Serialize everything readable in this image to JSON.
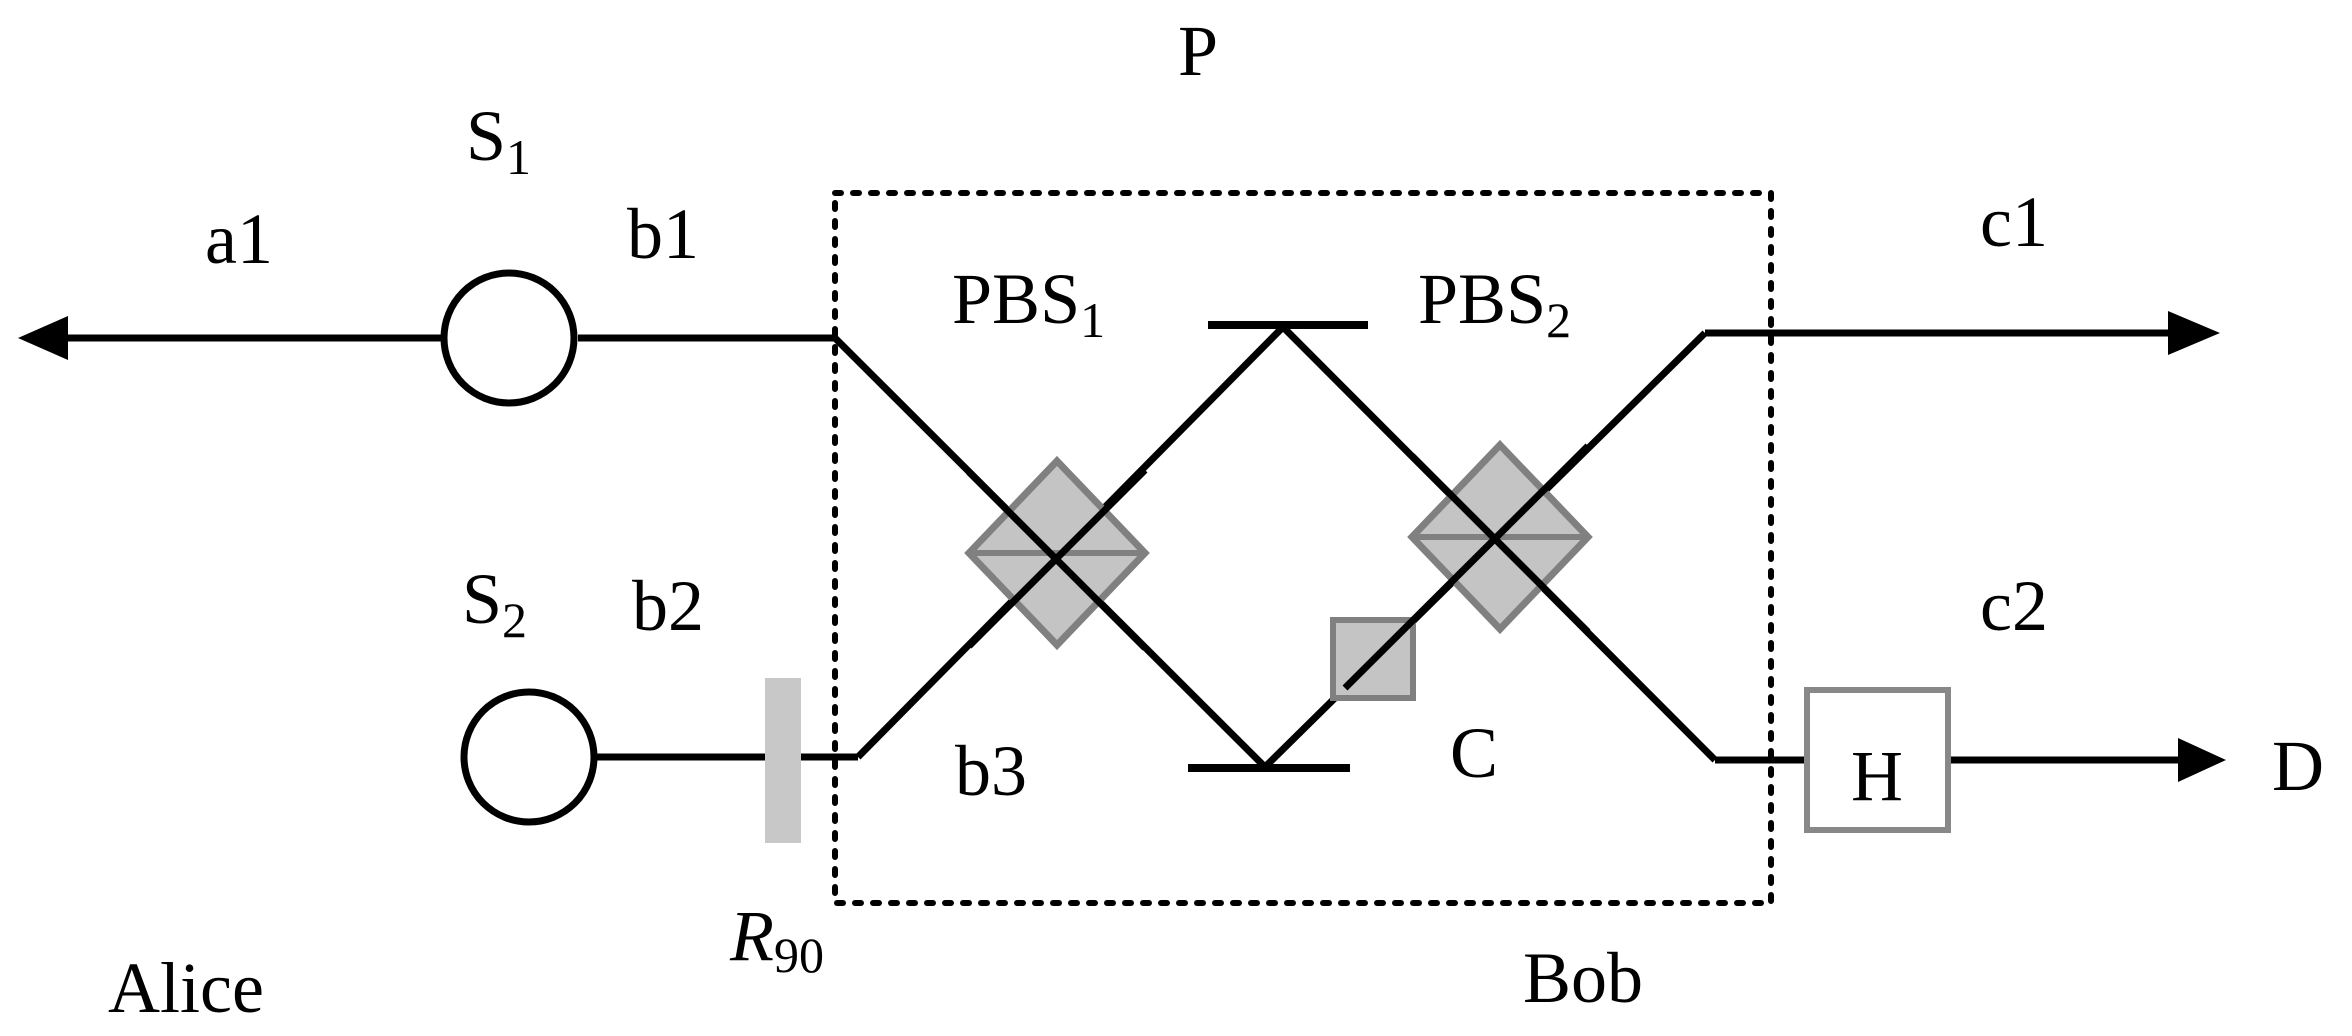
{
  "labels": {
    "P": "P",
    "S1_main": "S",
    "S1_sub": "1",
    "S2_main": "S",
    "S2_sub": "2",
    "a1": "a1",
    "b1": "b1",
    "b2": "b2",
    "b3": "b3",
    "PBS1_main": "PBS",
    "PBS1_sub": "1",
    "PBS2_main": "PBS",
    "PBS2_sub": "2",
    "c1": "c1",
    "c2": "c2",
    "C": "C",
    "H": "H",
    "D": "D",
    "R90_main": "R",
    "R90_sub": "90",
    "Alice": "Alice",
    "Bob": "Bob"
  },
  "colors": {
    "line": "#000000",
    "component_fill": "#c4c4c4",
    "component_stroke": "#808080",
    "plate": "#c8c8c8"
  }
}
